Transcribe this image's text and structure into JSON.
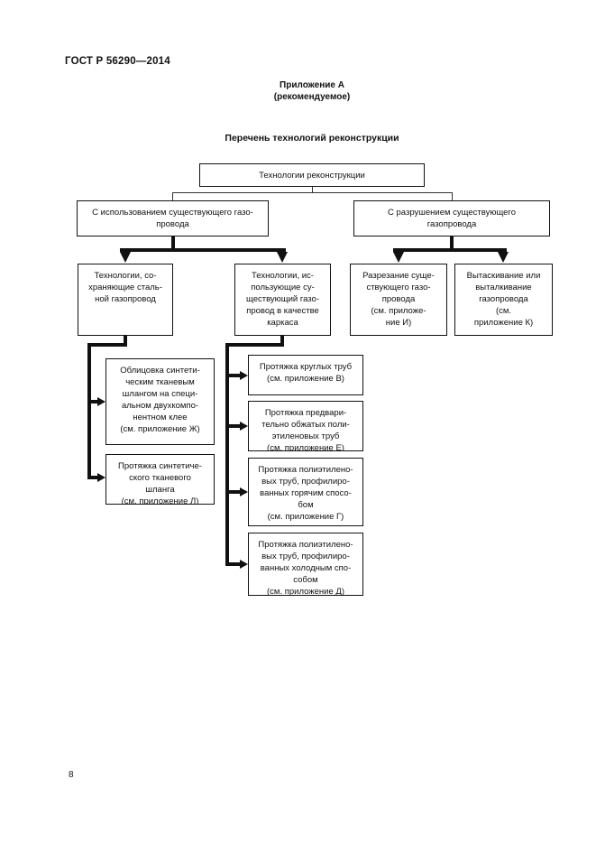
{
  "page": {
    "doc_number": "ГОСТ Р 56290—2014",
    "annex": "Приложение А\n(рекомендуемое)",
    "title": "Перечень технологий реконструкции",
    "page_number": "8"
  },
  "colors": {
    "ink": "#111111",
    "background": "#ffffff"
  },
  "diagram": {
    "nodes": {
      "root": "Технологии реконструкции",
      "use_existing": "С использованием существующего газо-\nпровода",
      "destroy_existing": "С разрушением существующего\nгазопровода",
      "keep_steel": "Технологии, со-\nхраняющие сталь-\nной газопровод",
      "use_as_frame": "Технологии, ис-\nпользующие су-\nществующий газо-\nпровод в качестве\nкаркаса",
      "cutting": "Разрезание суще-\nствующего газо-\nпровода\n(см. приложе-\nние И)",
      "pulling_out": "Вытаскивание или\nвыталкивание\nгазопровода\n(см.\nприложение К)",
      "lining_hose": "Облицовка синтети-\nческим тканевым\nшлангом на специ-\nальном двухкомпо-\nнентном клее\n(см. приложение Ж)",
      "pull_hose": "Протяжка синтетиче-\nского тканевого\nшланга\n(см. приложение Л)",
      "pull_round_pipes": "Протяжка круглых труб\n(см. приложение В)",
      "pull_pre_squeezed": "Протяжка предвари-\nтельно обжатых поли-\nэтиленовых труб\n(см. приложение Е)",
      "pull_hot_profiled": "Протяжка полиэтилено-\nвых труб, профилиро-\nванных горячим спосо-\nбом\n(см. приложение Г)",
      "pull_cold_profiled": "Протяжка полиэтилено-\nвых труб, профилиро-\nванных холодным спо-\nсобом\n(см. приложение Д)"
    }
  }
}
